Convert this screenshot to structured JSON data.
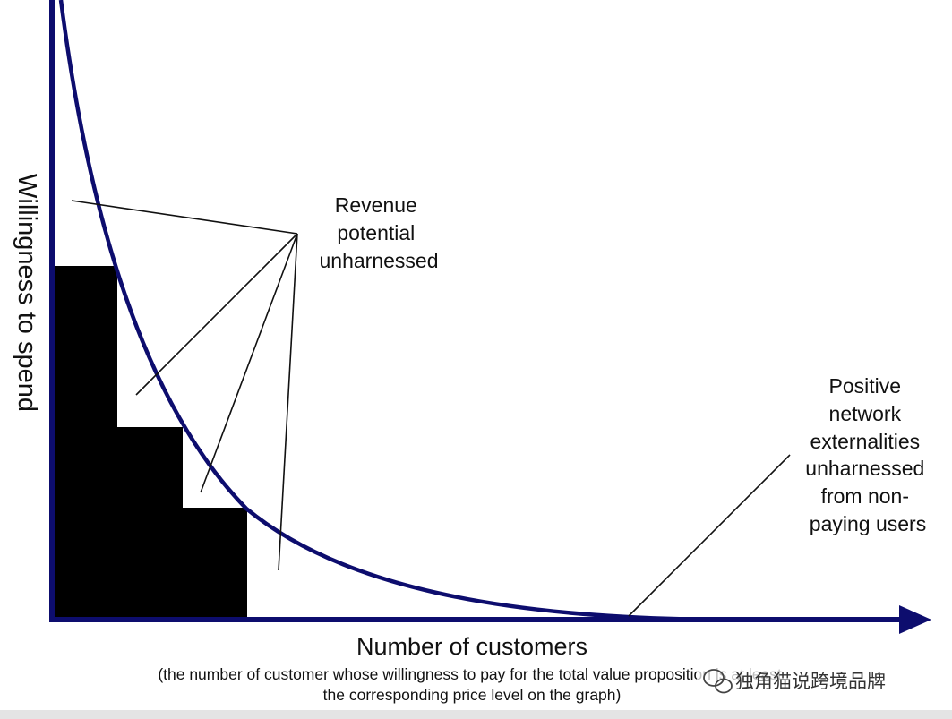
{
  "diagram": {
    "y_axis_label": "Willingness to spend",
    "x_axis_label": "Number of customers",
    "subcaption": [
      "(the number of customer whose willingness to pay for the total value proposition is at least",
      "the corresponding price level on the graph)"
    ],
    "annotation_revenue": [
      "Revenue",
      "potential",
      "unharnessed"
    ],
    "annotation_network": [
      "Positive",
      "network",
      "externalities",
      "unharnessed",
      "from non-",
      "paying users"
    ],
    "watermark": "独角猫说跨境品牌",
    "colors": {
      "curve": "#0d0d6e",
      "axis": "#0d0d6e",
      "bars": "#000000",
      "text": "#111111"
    }
  }
}
